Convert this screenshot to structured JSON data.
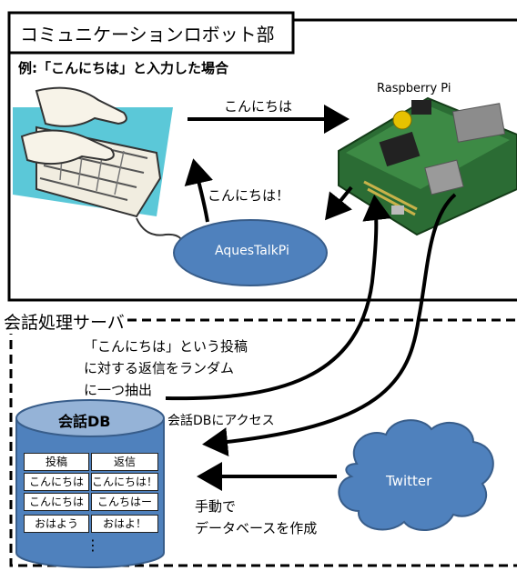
{
  "top_section": {
    "title": "コミュニケーションロボット部",
    "example_caption": "例:「こんにちは」と入力した場合",
    "raspberry_label": "Raspberry Pi",
    "arrow_input_text": "こんにちは",
    "arrow_return_text": "こんにちは！",
    "aquestalk_label": "AquesTalkPi"
  },
  "server_section": {
    "title": "会話処理サーバ",
    "random_reply_note": [
      "「こんにちは」という投稿",
      "に対する返信をランダム",
      "に一つ抽出"
    ],
    "db_access_label": "会話DBにアクセス",
    "db_label": "会話DB",
    "table": {
      "headers": [
        "投稿",
        "返信"
      ],
      "rows": [
        [
          "こんにちは",
          "こんにちは！"
        ],
        [
          "こんにちは",
          "こんちはー"
        ],
        [
          "おはよう",
          "おはよ！"
        ]
      ],
      "more": "⋮"
    },
    "twitter_label": "Twitter",
    "manual_note": [
      "手動で",
      "データベースを作成"
    ]
  },
  "colors": {
    "aquestalk_fill": "#4f81bd",
    "db_fill": "#4f81bd",
    "db_top_fill": "#95b3d7",
    "twitter_fill": "#4f81bd"
  }
}
